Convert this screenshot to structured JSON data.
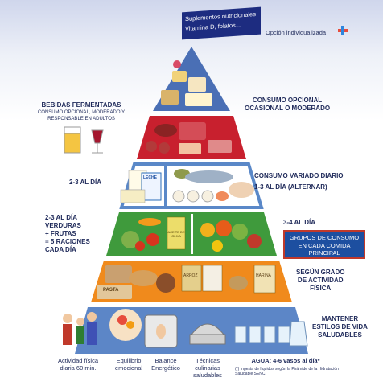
{
  "flag": {
    "line1": "Suplementos nutricionales",
    "line2": "Vitamina D, folatos..."
  },
  "option_individual": "Opción individualizada",
  "left": {
    "fermented_title": "BEBIDAS FERMENTADAS",
    "fermented_sub": "CONSUMO OPCIONAL, MODERADO Y RESPONSABLE EN ADULTOS",
    "dairy": "2-3  AL DÍA",
    "veg_line1": "2-3  AL DÍA",
    "veg_line2": "VERDURAS",
    "veg_line3": "+ FRUTAS",
    "veg_line4": "= 5 RACIONES",
    "veg_line5": "CADA DÍA"
  },
  "right": {
    "occasional_line1": "CONSUMO OPCIONAL",
    "occasional_line2": "OCASIONAL O MODERADO",
    "varied_line1": "CONSUMO VARIADO DIARIO",
    "varied_line2": "1-3  AL DÍA (ALTERNAR)",
    "daily_fats": "3-4  AL DÍA",
    "groups_badge": "GRUPOS DE CONSUMO EN CADA COMIDA PRINCIPAL",
    "cereals_line1": "SEGÚN GRADO",
    "cereals_line2": "DE ACTIVIDAD",
    "cereals_line3": "FÍSICA",
    "base_line1": "MANTENER",
    "base_line2": "ESTILOS DE VIDA",
    "base_line3": "SALUDABLES"
  },
  "base_items": [
    {
      "text": "Actividad física diaria 60 min.",
      "icon": "family-walking-icon"
    },
    {
      "text": "Equilibrio emocional",
      "icon": "head-flower-icon"
    },
    {
      "text": "Balance Energético",
      "icon": "scale-icon"
    },
    {
      "text": "Técnicas culinarias saludables",
      "icon": "steam-pot-icon"
    },
    {
      "text": "AGUA: 4-6 vasos al día*",
      "icon": "water-glasses-icon"
    }
  ],
  "footnote": "(*) Ingesta de líquidos según la Pirámide de la Hidratación Saludable SENC.",
  "labels": {
    "milk": "LECHE",
    "aceite": "ACEITE DE OLIVA",
    "pasta": "PASTA",
    "arroz": "ARROZ",
    "harina": "HARINA"
  },
  "colors": {
    "navy": "#1d2c80",
    "tier_top": "#4a6fb5",
    "tier_red": "#c8202e",
    "tier_blue": "#5a88c8",
    "tier_green": "#3f9a3c",
    "tier_orange": "#f08a1c",
    "tier_base": "#5c86c7"
  }
}
